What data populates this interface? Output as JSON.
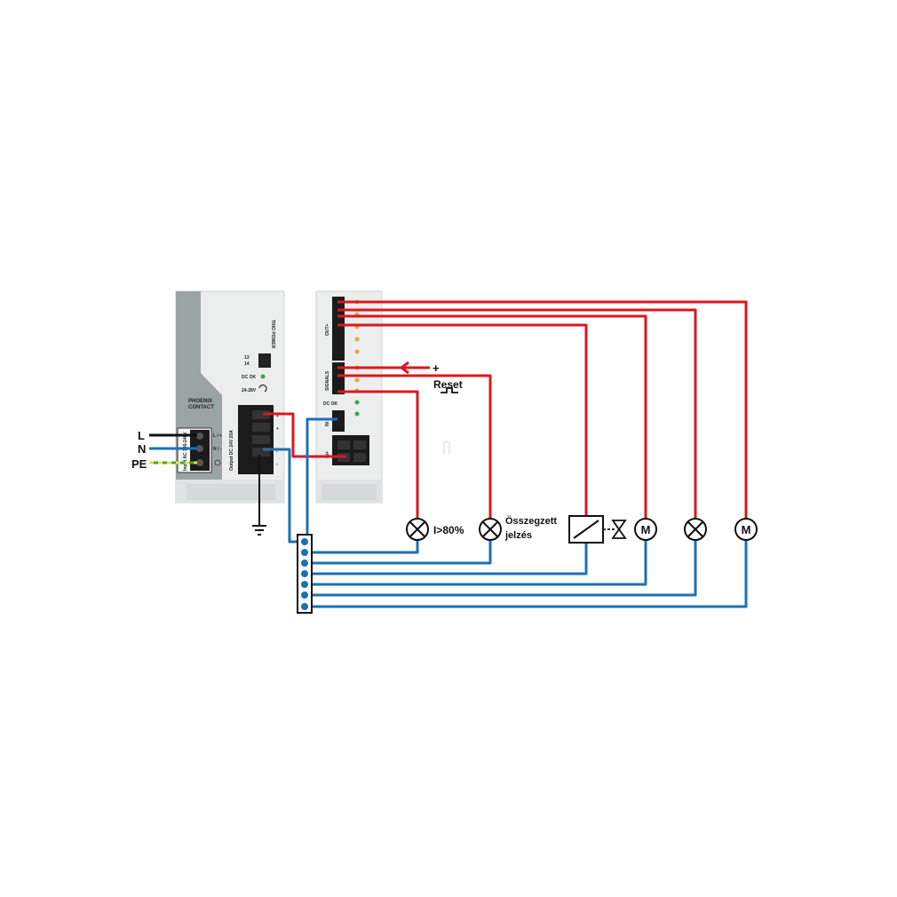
{
  "psu": {
    "title": "TRIO POWER",
    "brand_line1": "PHOENIX",
    "brand_line2": "CONTACT",
    "input_label": "Input AC 100-240V",
    "input_terminals": [
      "L / +",
      "N / -"
    ],
    "relay_contact": [
      "13",
      "14"
    ],
    "dc_ok": "DC OK",
    "adjust": "24-28V",
    "output_label": "Output DC 24V 20A",
    "output_marks": [
      "+",
      "+",
      "-",
      "-"
    ]
  },
  "module": {
    "out_label": "OUT+",
    "signals_label": "SIGNALS",
    "in_label": "IN",
    "dc_ok": "DC OK",
    "in_plus": "IN+"
  },
  "labels": {
    "L": "L",
    "N": "N",
    "PE": "PE",
    "plus": "+",
    "reset": "Reset",
    "i80": "I>80%",
    "summary_line1": "Összegzett",
    "summary_line2": "jelzés",
    "motor": "M"
  },
  "colors": {
    "red_wire": "#d7191f",
    "blue_wire": "#1e6fb5",
    "black_wire": "#111111",
    "pe_green": "#3aa655",
    "pe_yellow": "#e9e23a",
    "housing": "#e6e8e8",
    "housing_dark": "#9aa4a3"
  }
}
